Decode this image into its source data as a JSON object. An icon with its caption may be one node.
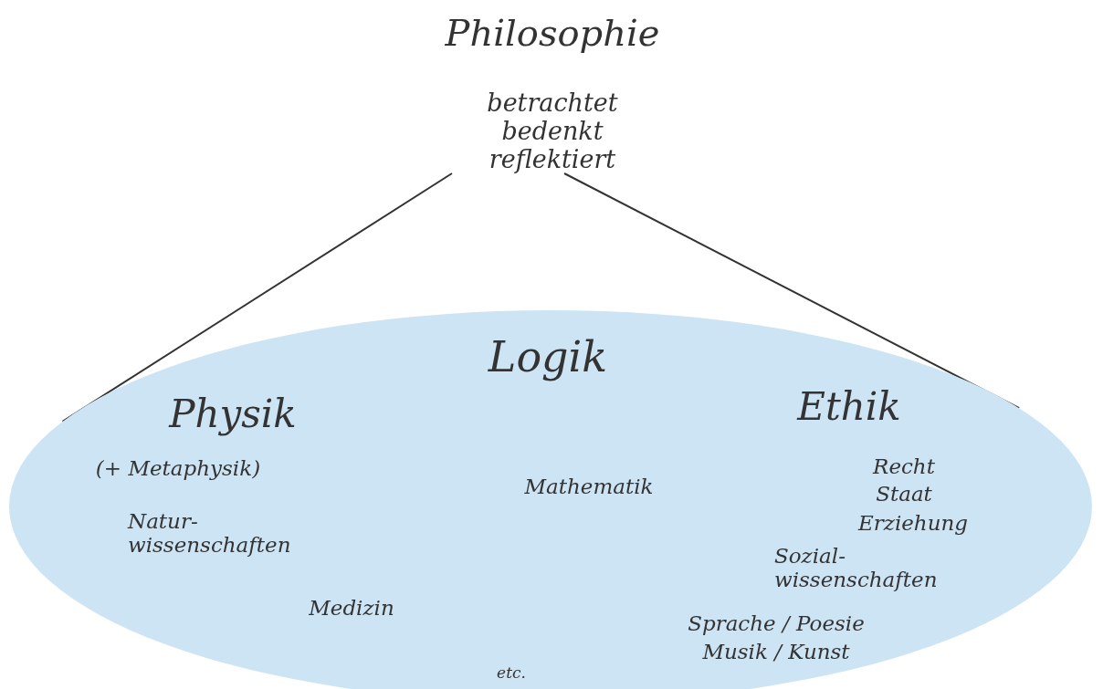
{
  "diagram": {
    "nodes": [
      {
        "text": [
          "Philosophie",
          "betrachtet bedenkt reflektiert"
        ]
      },
      {
        "text": [
          "Logik",
          "Physik",
          "Ethik",
          "(+ Metaphysik)",
          "Mathematik",
          "Recht",
          "Staat",
          "Erziehung",
          "Natur- wissenschaften",
          "Sozial- wissenschaften",
          "Medizin",
          "Sprache / Poesie",
          "Musik / Kunst",
          "etc."
        ]
      }
    ],
    "edges": [
      {
        "from": 0,
        "to": 1,
        "arrow": "none"
      },
      {
        "from": 0,
        "to": 1,
        "arrow": "none"
      }
    ]
  }
}
